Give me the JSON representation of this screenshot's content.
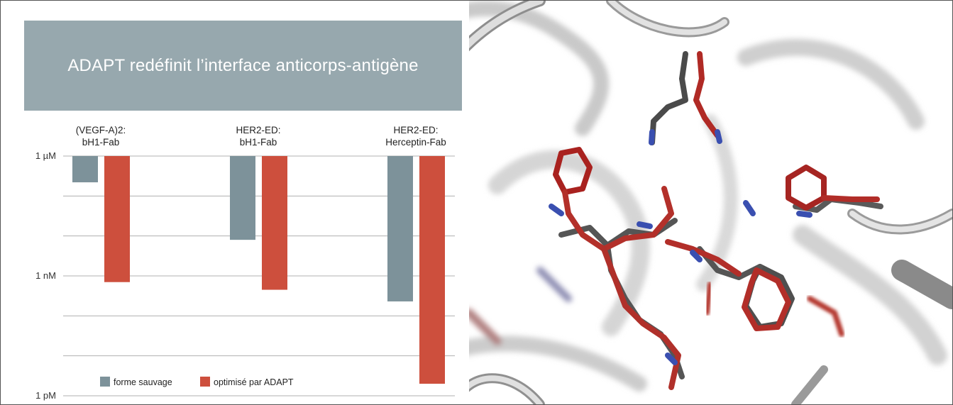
{
  "colors": {
    "wild_type": "#7d929a",
    "optimized": "#cd4f3d",
    "title_bg": "#97a8ae",
    "gridline": "#b0b0b0"
  },
  "chart_data": {
    "type": "bar",
    "title": "ADAPT redéfinit l’interface anticorps-antigène",
    "orientation": "vertical-hanging",
    "y_scale": "log",
    "y_unit": "M",
    "ylim": [
      1e-06,
      1e-12
    ],
    "y_ticks": [
      {
        "value": 1e-06,
        "label": "1 µM"
      },
      {
        "value": 1e-09,
        "label": "1 nM"
      },
      {
        "value": 1e-12,
        "label": "1 pM"
      }
    ],
    "gridlines": [
      1e-06,
      1e-07,
      1e-08,
      1e-09,
      1e-10,
      1e-11,
      1e-12
    ],
    "categories": [
      {
        "line1": "(VEGF-A)2:",
        "line2": "bH1-Fab"
      },
      {
        "line1": "HER2-ED:",
        "line2": "bH1-Fab"
      },
      {
        "line1": "HER2-ED:",
        "line2": "Herceptin-Fab"
      }
    ],
    "series": [
      {
        "name": "forme sauvage",
        "values": [
          2.2e-07,
          8e-09,
          2.3e-10
        ]
      },
      {
        "name": "optimisé par ADAPT",
        "values": [
          7e-10,
          4.5e-10,
          2e-12
        ]
      }
    ],
    "legend": {
      "placement": "bottom"
    }
  }
}
